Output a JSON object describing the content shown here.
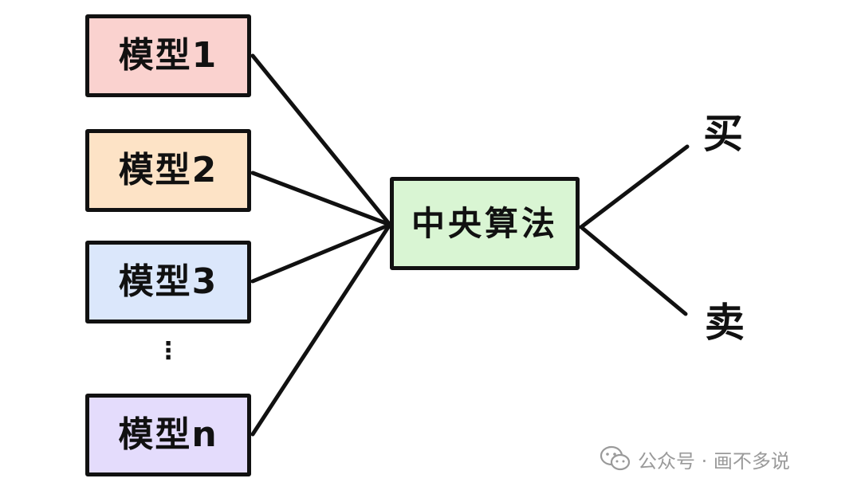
{
  "diagram": {
    "models": [
      {
        "label": "模型1",
        "fill": "#fad2cf"
      },
      {
        "label": "模型2",
        "fill": "#fde3c6"
      },
      {
        "label": "模型3",
        "fill": "#dbe7fb"
      },
      {
        "label": "模型n",
        "fill": "#e4dcfc"
      }
    ],
    "ellipsis": "⋮",
    "central": {
      "label": "中央算法",
      "fill": "#d9f5d3"
    },
    "outputs": {
      "buy": "买",
      "sell": "卖"
    },
    "line_color": "#111111"
  },
  "watermark": {
    "icon": "wechat-icon",
    "text": "公众号 · 画不多说",
    "color": "#9a9a9a"
  }
}
